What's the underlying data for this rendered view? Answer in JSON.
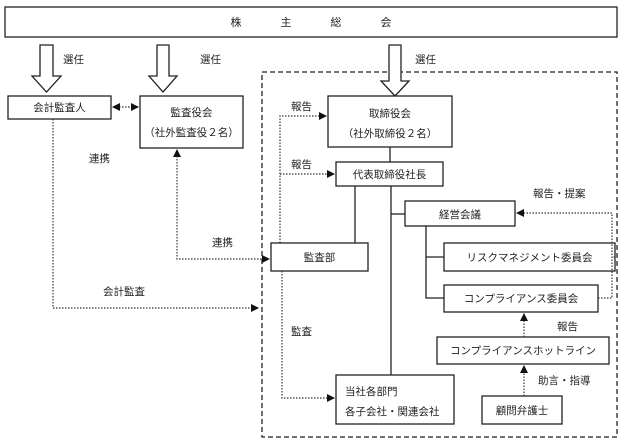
{
  "diagram": {
    "type": "corporate-governance-structure",
    "nodes": {
      "shareholders_meeting": "株　主　総　会",
      "accounting_auditor": "会計監査人",
      "audit_board": {
        "line1": "監査役会",
        "line2": "（社外監査役２名）"
      },
      "board_of_directors": {
        "line1": "取締役会",
        "line2": "（社外取締役２名）"
      },
      "president": "代表取締役社長",
      "audit_department": "監査部",
      "management_meeting": "経営会議",
      "risk_committee": "リスクマネジメント委員会",
      "compliance_committee": "コンプライアンス委員会",
      "compliance_hotline": "コンプライアンスホットライン",
      "departments": {
        "line1": "当社各部門",
        "line2": "各子会社・関連会社"
      },
      "legal_counsel": "顧問弁護士"
    },
    "edge_labels": {
      "elect_auditor": "選任",
      "elect_audit_board": "選任",
      "elect_board": "選任",
      "cooperation_auditor_board": "連携",
      "cooperation_board_auditdept": "連携",
      "accounting_audit": "会計監査",
      "report_board": "報告",
      "report_president": "報告",
      "audit": "監査",
      "report_proposal": "報告・提案",
      "report_hotline": "報告",
      "advice_guidance": "助言・指導"
    }
  }
}
